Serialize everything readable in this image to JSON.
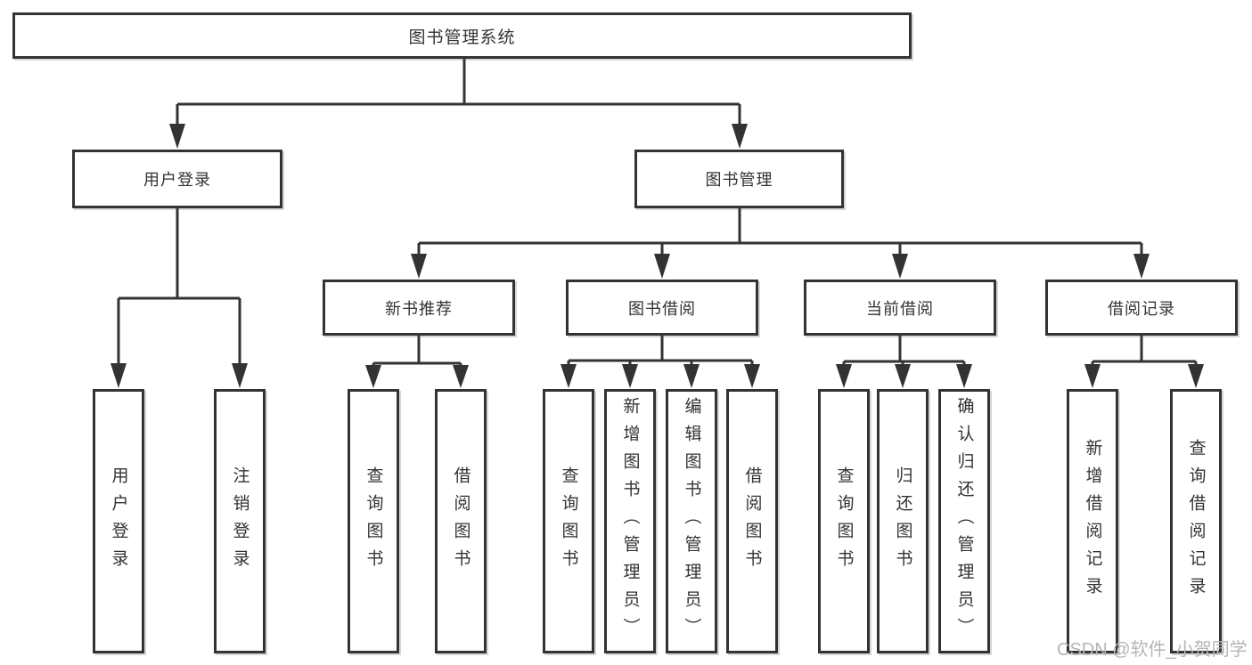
{
  "diagram": {
    "root": {
      "label": "图书管理系统"
    },
    "level2": [
      {
        "label": "用户登录"
      },
      {
        "label": "图书管理"
      }
    ],
    "level3": [
      {
        "label": "新书推荐"
      },
      {
        "label": "图书借阅"
      },
      {
        "label": "当前借阅"
      },
      {
        "label": "借阅记录"
      }
    ],
    "leaves_user_login": [
      {
        "label": "用户登录"
      },
      {
        "label": "注销登录"
      }
    ],
    "leaves_new_book": [
      {
        "label": "查询图书"
      },
      {
        "label": "借阅图书"
      }
    ],
    "leaves_book_borrow": [
      {
        "label": "查询图书"
      },
      {
        "label": "新增图书（管理员）"
      },
      {
        "label": "编辑图书（管理员）"
      },
      {
        "label": "借阅图书"
      }
    ],
    "leaves_current_borrow": [
      {
        "label": "查询图书"
      },
      {
        "label": "归还图书"
      },
      {
        "label": "确认归还（管理员）"
      }
    ],
    "leaves_borrow_record": [
      {
        "label": "新增借阅记录"
      },
      {
        "label": "查询借阅记录"
      }
    ]
  },
  "watermark": {
    "label": "CSDN @软件_小贺同学"
  },
  "colors": {
    "line": "#333333",
    "box_border": "#333333",
    "box_background": "#ffffff",
    "text": "#333333",
    "watermark_text": "#b5b5b5",
    "page_background": "#ffffff"
  }
}
